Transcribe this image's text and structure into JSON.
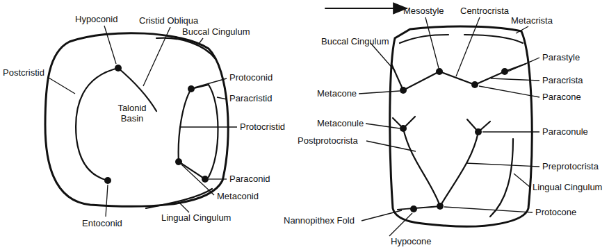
{
  "diagram": {
    "labels": [
      "Hypoconid",
      "Cristid Obliqua",
      "Buccal Cingulum",
      "Postcristid",
      "Protoconid",
      "Paracristid",
      "Talonid Basin",
      "Protocristid",
      "Paraconid",
      "Metaconid",
      "Entoconid",
      "Lingual Cingulum",
      "Mesostyle",
      "Centrocrista",
      "Metacrista",
      "Buccal Cingulum",
      "Parastyle",
      "Paracrista",
      "Metacone",
      "Paracone",
      "Metaconule",
      "Paraconule",
      "Postprotocrista",
      "Preprotocrista",
      "Lingual Cingulum",
      "Nannopithex Fold",
      "Protocone",
      "Hypocone"
    ]
  }
}
